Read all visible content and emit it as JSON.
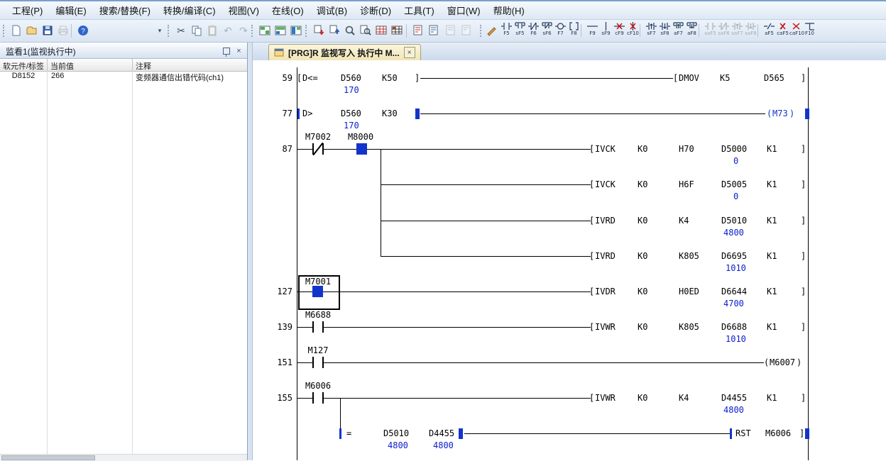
{
  "glyphs": {
    "lb": "[",
    "rb": "]",
    "lp": "(",
    "rp": ")",
    "close": "×",
    "chevron": "▾",
    "help": "?",
    "cut": "✂",
    "undo": "↶",
    "redo": "↷"
  },
  "menu": {
    "items": [
      "工程(P)",
      "编辑(E)",
      "搜索/替换(F)",
      "转换/编译(C)",
      "视图(V)",
      "在线(O)",
      "调试(B)",
      "诊断(D)",
      "工具(T)",
      "窗口(W)",
      "帮助(H)"
    ]
  },
  "toolbar": {
    "fkey_groups": [
      [
        {
          "label": "F5",
          "glyph": "no"
        },
        {
          "label": "sF5",
          "glyph": "no_p"
        },
        {
          "label": "F6",
          "glyph": "nc"
        },
        {
          "label": "sF6",
          "glyph": "nc_p"
        },
        {
          "label": "F7",
          "glyph": "coil"
        },
        {
          "label": "F8",
          "glyph": "app"
        }
      ],
      [
        {
          "label": "F9",
          "glyph": "hline"
        },
        {
          "label": "sF9",
          "glyph": "vline"
        },
        {
          "label": "cF9",
          "glyph": "hline_x"
        },
        {
          "label": "cF10",
          "glyph": "vline_x"
        }
      ],
      [
        {
          "label": "sF7",
          "glyph": "pulse_up"
        },
        {
          "label": "sF8",
          "glyph": "pulse_dn"
        },
        {
          "label": "aF7",
          "glyph": "pulse_up_p"
        },
        {
          "label": "aF8",
          "glyph": "pulse_dn_p"
        }
      ],
      [
        {
          "label": "saF5",
          "glyph": "no",
          "disabled": true
        },
        {
          "label": "saF6",
          "glyph": "nc",
          "disabled": true
        },
        {
          "label": "saF7",
          "glyph": "pulse_up",
          "disabled": true
        },
        {
          "label": "saF8",
          "glyph": "pulse_dn",
          "disabled": true
        }
      ],
      [
        {
          "label": "aF5",
          "glyph": "inv"
        },
        {
          "label": "caF5",
          "glyph": "inv_x"
        },
        {
          "label": "caF10",
          "glyph": "del_x"
        },
        {
          "label": "F10",
          "glyph": "branch"
        }
      ]
    ]
  },
  "watch": {
    "title": "监看1(监视执行中)",
    "columns": [
      "软元件/标签",
      "当前值",
      "注释"
    ],
    "rows": [
      {
        "device": "D8152",
        "value": "266",
        "comment": "变频器通信出错代码(ch1)"
      }
    ]
  },
  "tab": {
    "title": "[PRG]R 监视写入 执行中 M..."
  },
  "ladder": {
    "r59": {
      "step": "59",
      "op": "D<=",
      "a": "D560",
      "av": "170",
      "b": "K50",
      "instr": "DMOV",
      "p1": "K5",
      "p2": "D565"
    },
    "r77": {
      "step": "77",
      "op": "D>",
      "a": "D560",
      "av": "170",
      "b": "K30",
      "coil": "M73"
    },
    "r87": {
      "step": "87",
      "c1": "M7002",
      "c2": "M8000",
      "o1": {
        "i": "IVCK",
        "p1": "K0",
        "p2": "H70",
        "p3": "D5000",
        "p4": "K1",
        "v": "0"
      },
      "o2": {
        "i": "IVCK",
        "p1": "K0",
        "p2": "H6F",
        "p3": "D5005",
        "p4": "K1",
        "v": "0"
      },
      "o3": {
        "i": "IVRD",
        "p1": "K0",
        "p2": "K4",
        "p3": "D5010",
        "p4": "K1",
        "v": "4800"
      },
      "o4": {
        "i": "IVRD",
        "p1": "K0",
        "p2": "K805",
        "p3": "D6695",
        "p4": "K1",
        "v": "1010"
      }
    },
    "r127": {
      "step": "127",
      "c": "M7001",
      "o": {
        "i": "IVDR",
        "p1": "K0",
        "p2": "H0ED",
        "p3": "D6644",
        "p4": "K1",
        "v": "4700"
      }
    },
    "r139": {
      "step": "139",
      "c": "M6688",
      "o": {
        "i": "IVWR",
        "p1": "K0",
        "p2": "K805",
        "p3": "D6688",
        "p4": "K1",
        "v": "1010"
      }
    },
    "r151": {
      "step": "151",
      "c": "M127",
      "coil": "M6007"
    },
    "r155": {
      "step": "155",
      "c": "M6006",
      "o": {
        "i": "IVWR",
        "p1": "K0",
        "p2": "K4",
        "p3": "D4455",
        "p4": "K1",
        "v": "4800"
      }
    },
    "r155b": {
      "op": "=",
      "a": "D5010",
      "av": "4800",
      "b": "D4455",
      "bv": "4800",
      "i": "RST",
      "p1": "M6006"
    }
  }
}
